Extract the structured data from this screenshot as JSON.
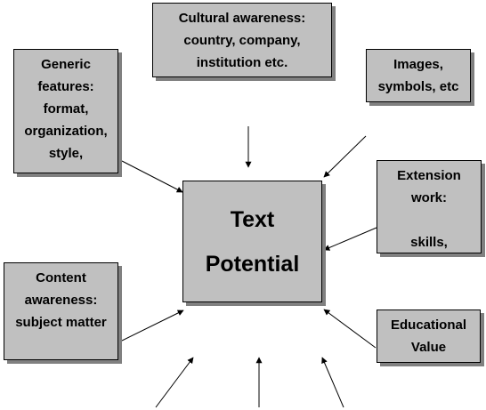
{
  "diagram": {
    "center": "Text\nPotential",
    "nodes": {
      "cultural": "Cultural awareness:\ncountry, company,\ninstitution etc.",
      "generic": "Generic\nfeatures:\nformat,\norganization,\nstyle,",
      "images": "Images,\nsymbols, etc",
      "extension": "Extension\nwork:\n\nskills,",
      "content": "Content\nawareness:\nsubject matter",
      "educational": "Educational\nValue"
    }
  }
}
